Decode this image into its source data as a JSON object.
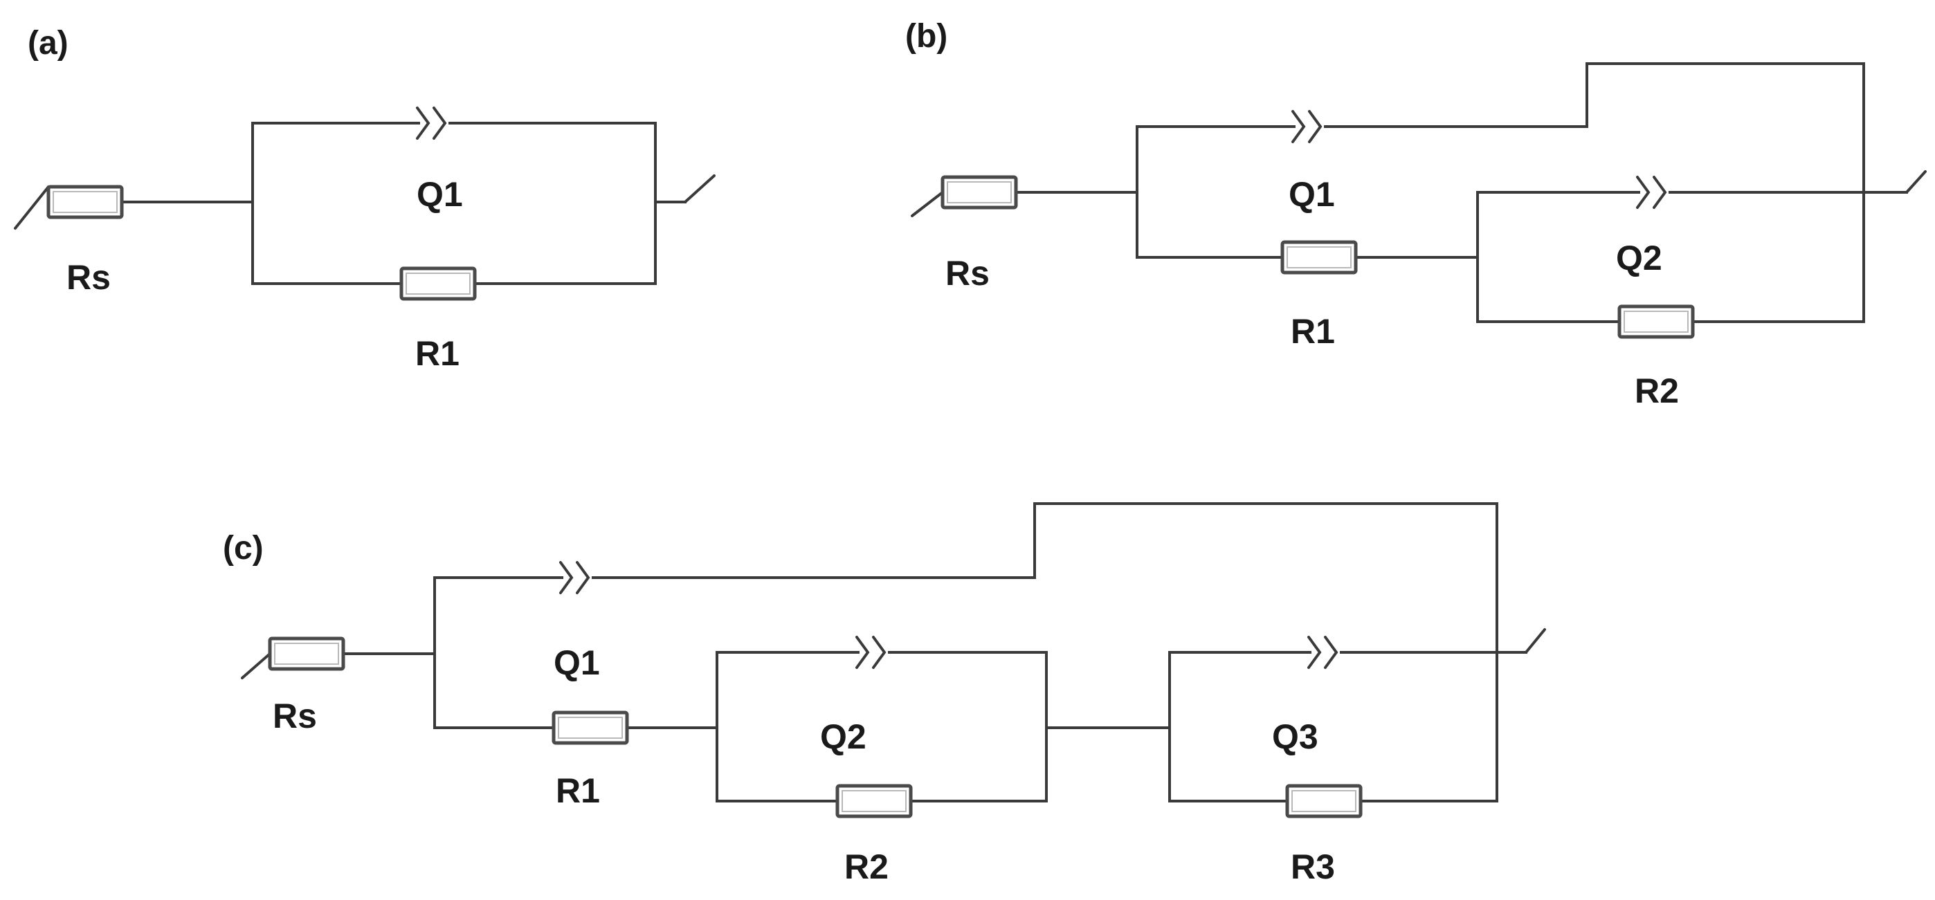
{
  "panels": {
    "a": {
      "label": "(a)",
      "components": {
        "rs": "Rs",
        "q1": "Q1",
        "r1": "R1"
      }
    },
    "b": {
      "label": "(b)",
      "components": {
        "rs": "Rs",
        "q1": "Q1",
        "r1": "R1",
        "q2": "Q2",
        "r2": "R2"
      }
    },
    "c": {
      "label": "(c)",
      "components": {
        "rs": "Rs",
        "q1": "Q1",
        "r1": "R1",
        "q2": "Q2",
        "r2": "R2",
        "q3": "Q3",
        "r3": "R3"
      }
    }
  },
  "colors": {
    "wire": "#3a3a3a",
    "text": "#1a1a1a",
    "background": "#ffffff"
  }
}
